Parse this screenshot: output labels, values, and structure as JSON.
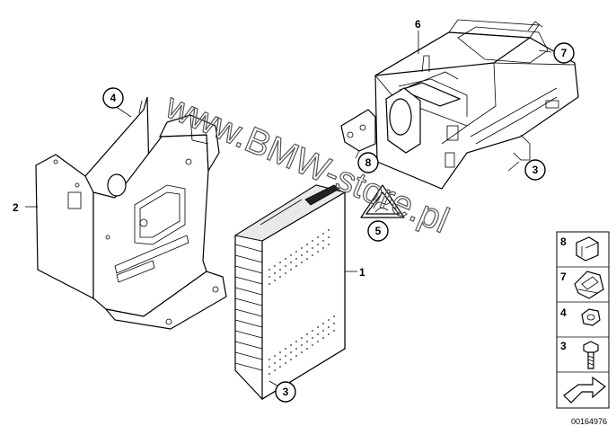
{
  "callouts": {
    "c1": "1",
    "c2": "2",
    "c3a": "3",
    "c3b": "3",
    "c4": "4",
    "c5": "5",
    "c6": "6",
    "c7": "7",
    "c8": "8"
  },
  "legend": {
    "items": [
      {
        "number": "8",
        "icon": "clip-icon"
      },
      {
        "number": "7",
        "icon": "spring-nut-icon"
      },
      {
        "number": "4",
        "icon": "hex-nut-icon"
      },
      {
        "number": "3",
        "icon": "hex-bolt-icon"
      }
    ],
    "arrow_icon": "arrow-icon"
  },
  "diagram_id": "00164976",
  "watermark": "www.BMW-store.pl"
}
